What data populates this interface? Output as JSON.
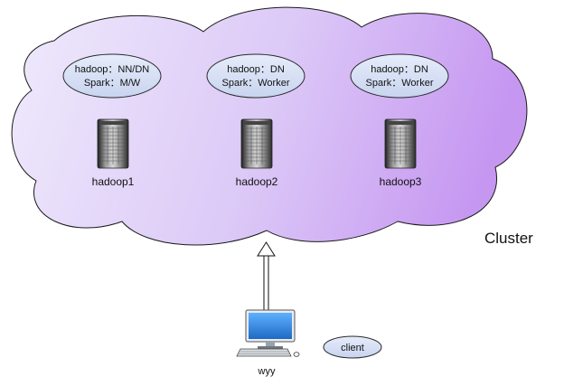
{
  "cluster": {
    "label": "Cluster",
    "nodes": [
      {
        "id": "hadoop1",
        "name": "hadoop1",
        "role_line1": "hadoop：NN/DN",
        "role_line2": "Spark：M/W"
      },
      {
        "id": "hadoop2",
        "name": "hadoop2",
        "role_line1": "hadoop：DN",
        "role_line2": "Spark：Worker"
      },
      {
        "id": "hadoop3",
        "name": "hadoop3",
        "role_line1": "hadoop：DN",
        "role_line2": "Spark：Worker"
      }
    ]
  },
  "client": {
    "host_name": "wyy",
    "tag": "client"
  },
  "colors": {
    "cloud_light": "#ece8fb",
    "cloud_dark": "#c99cf2",
    "ellipse_fill": "#cdd8f0",
    "server_dark": "#3a3a3a",
    "monitor_blue": "#2e7fd6"
  }
}
